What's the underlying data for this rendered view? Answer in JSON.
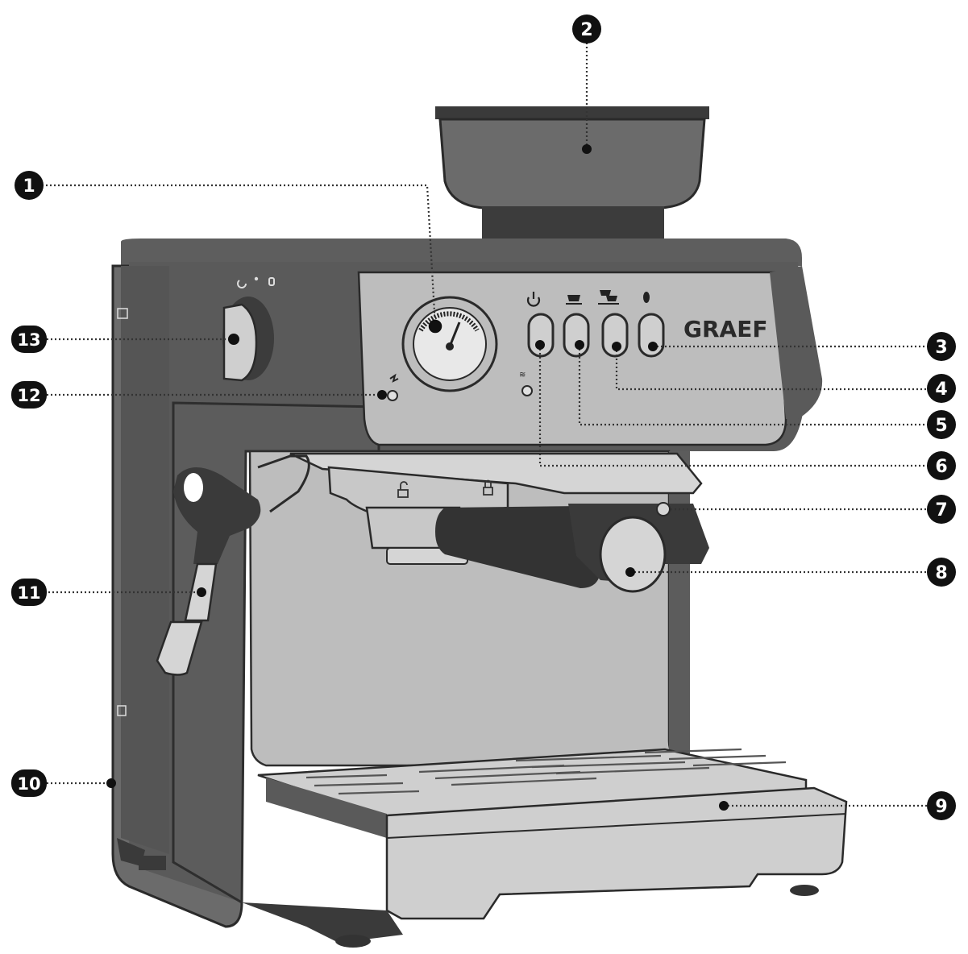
{
  "brand": {
    "logo_text": "GRAEF"
  },
  "callouts": [
    {
      "number": "1",
      "target": "pressure gauge"
    },
    {
      "number": "2",
      "target": "bean hopper"
    },
    {
      "number": "3",
      "target": "button"
    },
    {
      "number": "4",
      "target": "button"
    },
    {
      "number": "5",
      "target": "button"
    },
    {
      "number": "6",
      "target": "button"
    },
    {
      "number": "7",
      "target": "indicator"
    },
    {
      "number": "8",
      "target": "portafilter"
    },
    {
      "number": "9",
      "target": "drip tray"
    },
    {
      "number": "10",
      "target": "side"
    },
    {
      "number": "11",
      "target": "steam wand"
    },
    {
      "number": "12",
      "target": "indicator"
    },
    {
      "number": "13",
      "target": "steam knob"
    }
  ],
  "icons": [
    "power-icon",
    "single-cup-icon",
    "double-cup-icon",
    "bean-icon",
    "steam-icon",
    "lock-icon",
    "unlock-icon"
  ]
}
